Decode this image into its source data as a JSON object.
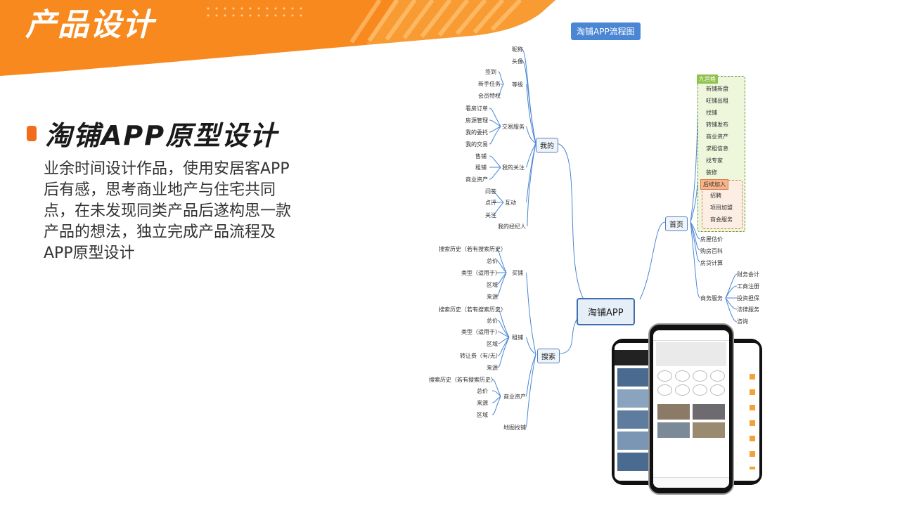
{
  "banner": {
    "title": "产品设计"
  },
  "heading": "淘铺APP原型设计",
  "description": "业余时间设计作品，使用安居客APP后有感，思考商业地产与住宅共同点，在未发现同类产品后遂构思一款产品的想法，独立完成产品流程及APP原型设计",
  "mindmap": {
    "title": "淘铺APP流程图",
    "center": "淘铺APP",
    "mine": {
      "label": "我的",
      "nickname": "昵称",
      "avatar": "头像",
      "level": "等级",
      "level_items": [
        "签到",
        "新手任务",
        "会员特权"
      ],
      "trade": "交易服务",
      "trade_items": [
        "看房订单",
        "房源管理",
        "我的委托",
        "我的交易"
      ],
      "follow": "我的关注",
      "follow_items": [
        "售铺",
        "租铺",
        "商业资产"
      ],
      "interact": "互动",
      "interact_items": [
        "问答",
        "点评",
        "关注"
      ],
      "agent": "我的经纪人"
    },
    "search": {
      "label": "搜索",
      "buy": "买铺",
      "buy_items": [
        "搜索历史（若有搜索历史）",
        "总价",
        "类型（适用于）",
        "区域",
        "来源"
      ],
      "rent": "租铺",
      "rent_items": [
        "搜索历史（若有搜索历史）",
        "总价",
        "类型（适用于）",
        "区域",
        "转让费（有/无）",
        "来源"
      ],
      "asset": "商业资产",
      "asset_items": [
        "搜索历史（若有搜索历史）",
        "总价",
        "来源",
        "区域"
      ],
      "map": "地图找铺"
    },
    "home": {
      "label": "首页",
      "grid_tag": "九宫格",
      "grid_items": [
        "新铺新盘",
        "旺铺出租",
        "找铺",
        "转铺发布",
        "商业资产",
        "求租信息",
        "找专家",
        "装修"
      ],
      "later_tag": "后续加入",
      "later_items": [
        "招聘",
        "项目加盟",
        "商会服务"
      ],
      "others": [
        "房屋估价",
        "购房百科",
        "房贷计算"
      ],
      "biz": "商务服务",
      "biz_items": [
        "财务会计",
        "工商注册",
        "投资担保",
        "法律服务",
        "咨询"
      ]
    }
  },
  "colors": {
    "accent": "#f36b1c",
    "banner": "#f7891f",
    "line": "#4a86d4"
  }
}
